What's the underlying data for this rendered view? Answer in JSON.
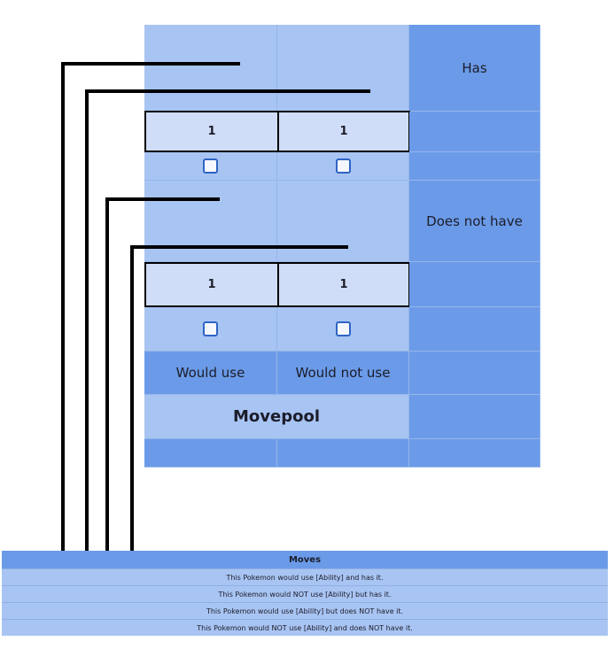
{
  "grid": {
    "row_labels": {
      "has": "Has",
      "does_not_have": "Does not have"
    },
    "values": {
      "has_would_use": "1",
      "has_would_not_use": "1",
      "not_have_would_use": "1",
      "not_have_would_not_use": "1"
    },
    "column_labels": {
      "would_use": "Would use",
      "would_not_use": "Would not use"
    },
    "footer_title": "Movepool"
  },
  "legend": {
    "header": "Moves",
    "rows": [
      "This Pokemon would use [Ability] and has it.",
      "This Pokemon would NOT use [Ability] but has it.",
      "This Pokemon would use [Ability] but does NOT have it.",
      "This Pokemon would NOT use [Ability] and does NOT have it."
    ]
  },
  "colors": {
    "light_blue": "#a8c4f2",
    "medium_blue": "#6b9be8",
    "pale_blue": "#cfddf8",
    "checkbox_border": "#2e64c4"
  }
}
